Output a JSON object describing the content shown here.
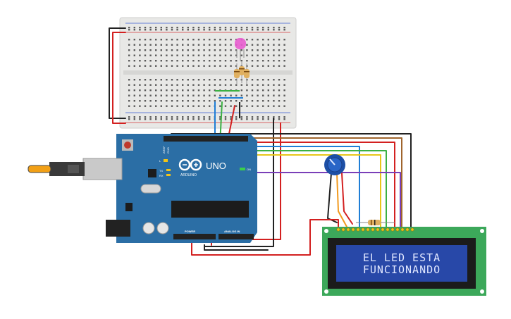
{
  "arduino": {
    "model_label": "UNO",
    "brand_label": "ARDUINO",
    "on_label": "ON",
    "tx_label": "TX",
    "rx_label": "RX",
    "l_label": "L",
    "power_header_label": "POWER",
    "analog_header_label": "ANALOG IN",
    "aref_label": "AREF",
    "gnd_label": "GND"
  },
  "lcd": {
    "line1": "EL LED ESTA",
    "line2": "FUNCIONANDO"
  },
  "colors": {
    "arduino_board": "#2b6ea5",
    "breadboard": "#e8e8e6",
    "lcd_pcb": "#3ca85a",
    "lcd_screen": "#2848a8",
    "wire_red": "#d32020",
    "wire_black": "#222222",
    "wire_green": "#3bb043",
    "wire_blue": "#1f7ed6",
    "wire_purple": "#7a3fb8",
    "wire_orange": "#f29a1f",
    "wire_yellow": "#e6c619",
    "wire_brown": "#a0652c",
    "rgb_led": "#e85ccf",
    "resistor": "#e0b060",
    "potentiometer": "#1d4fa6"
  }
}
